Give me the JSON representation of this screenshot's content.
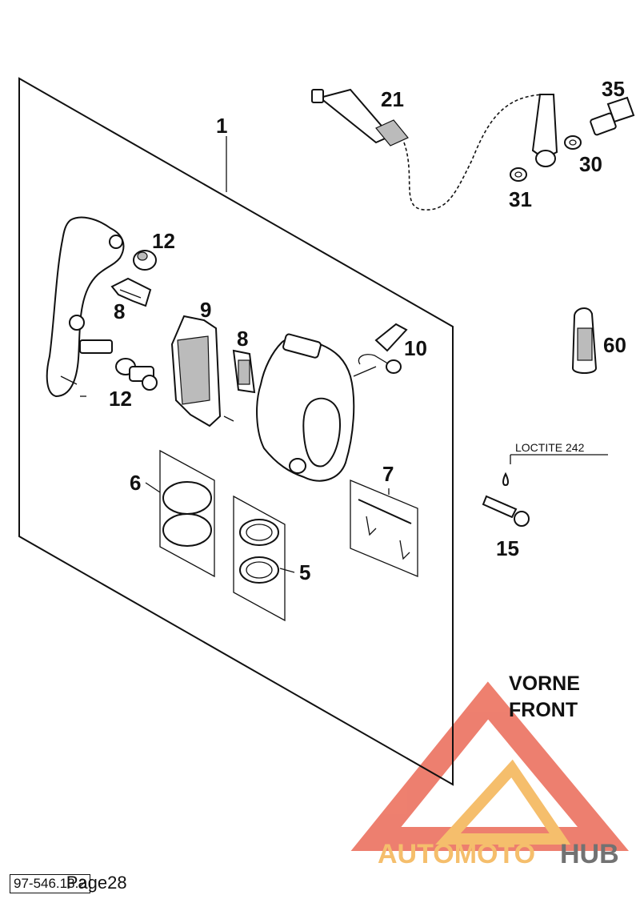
{
  "callouts": {
    "c1": "1",
    "c21": "21",
    "c35": "35",
    "c30": "30",
    "c31": "31",
    "c12a": "12",
    "c8a": "8",
    "c9": "9",
    "c8b": "8",
    "c10": "10",
    "c60": "60",
    "c12b": "12",
    "c6": "6",
    "c7": "7",
    "c5": "5",
    "c15": "15"
  },
  "note": "LOCTITE 242",
  "direction": {
    "line1": "VORNE",
    "line2": "FRONT"
  },
  "watermark": {
    "part1": "AUTOMOTO",
    "part2": "HUB",
    "color_primary": "#e8553f",
    "color_secondary": "#f2a93b",
    "color_dark": "#444444"
  },
  "footer": {
    "code": "97-546.13.2",
    "page": "Page28"
  }
}
